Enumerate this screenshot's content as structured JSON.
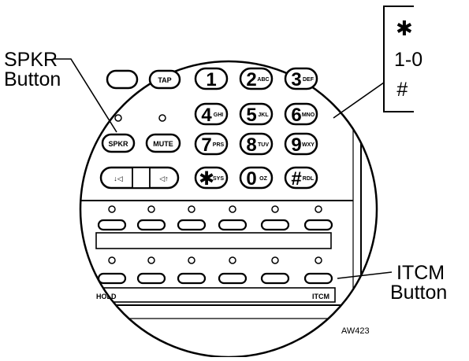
{
  "callouts": {
    "spkr_line1": "SPKR",
    "spkr_line2": "Button",
    "itcm_line1": "ITCM",
    "itcm_line2": "Button",
    "keys_star": "✱",
    "keys_digits": "1-0",
    "keys_hash": "#"
  },
  "buttons": {
    "tap": "TAP",
    "spkr": "SPKR",
    "mute": "MUTE",
    "vol_down": "↓◁",
    "vol_up": "◁↑"
  },
  "dialpad": [
    {
      "digit": "1",
      "sub": ""
    },
    {
      "digit": "2",
      "sub": "ABC"
    },
    {
      "digit": "3",
      "sub": "DEF"
    },
    {
      "digit": "4",
      "sub": "GHI"
    },
    {
      "digit": "5",
      "sub": "JKL"
    },
    {
      "digit": "6",
      "sub": "MNO"
    },
    {
      "digit": "7",
      "sub": "PRS"
    },
    {
      "digit": "8",
      "sub": "TUV"
    },
    {
      "digit": "9",
      "sub": "WXY"
    },
    {
      "digit": "✱",
      "sub": "SYS"
    },
    {
      "digit": "0",
      "sub": "OZ"
    },
    {
      "digit": "#",
      "sub": "RDL"
    }
  ],
  "strip": {
    "hold": "HOLD",
    "itcm": "ITCM"
  },
  "figure_ref": "AW423"
}
